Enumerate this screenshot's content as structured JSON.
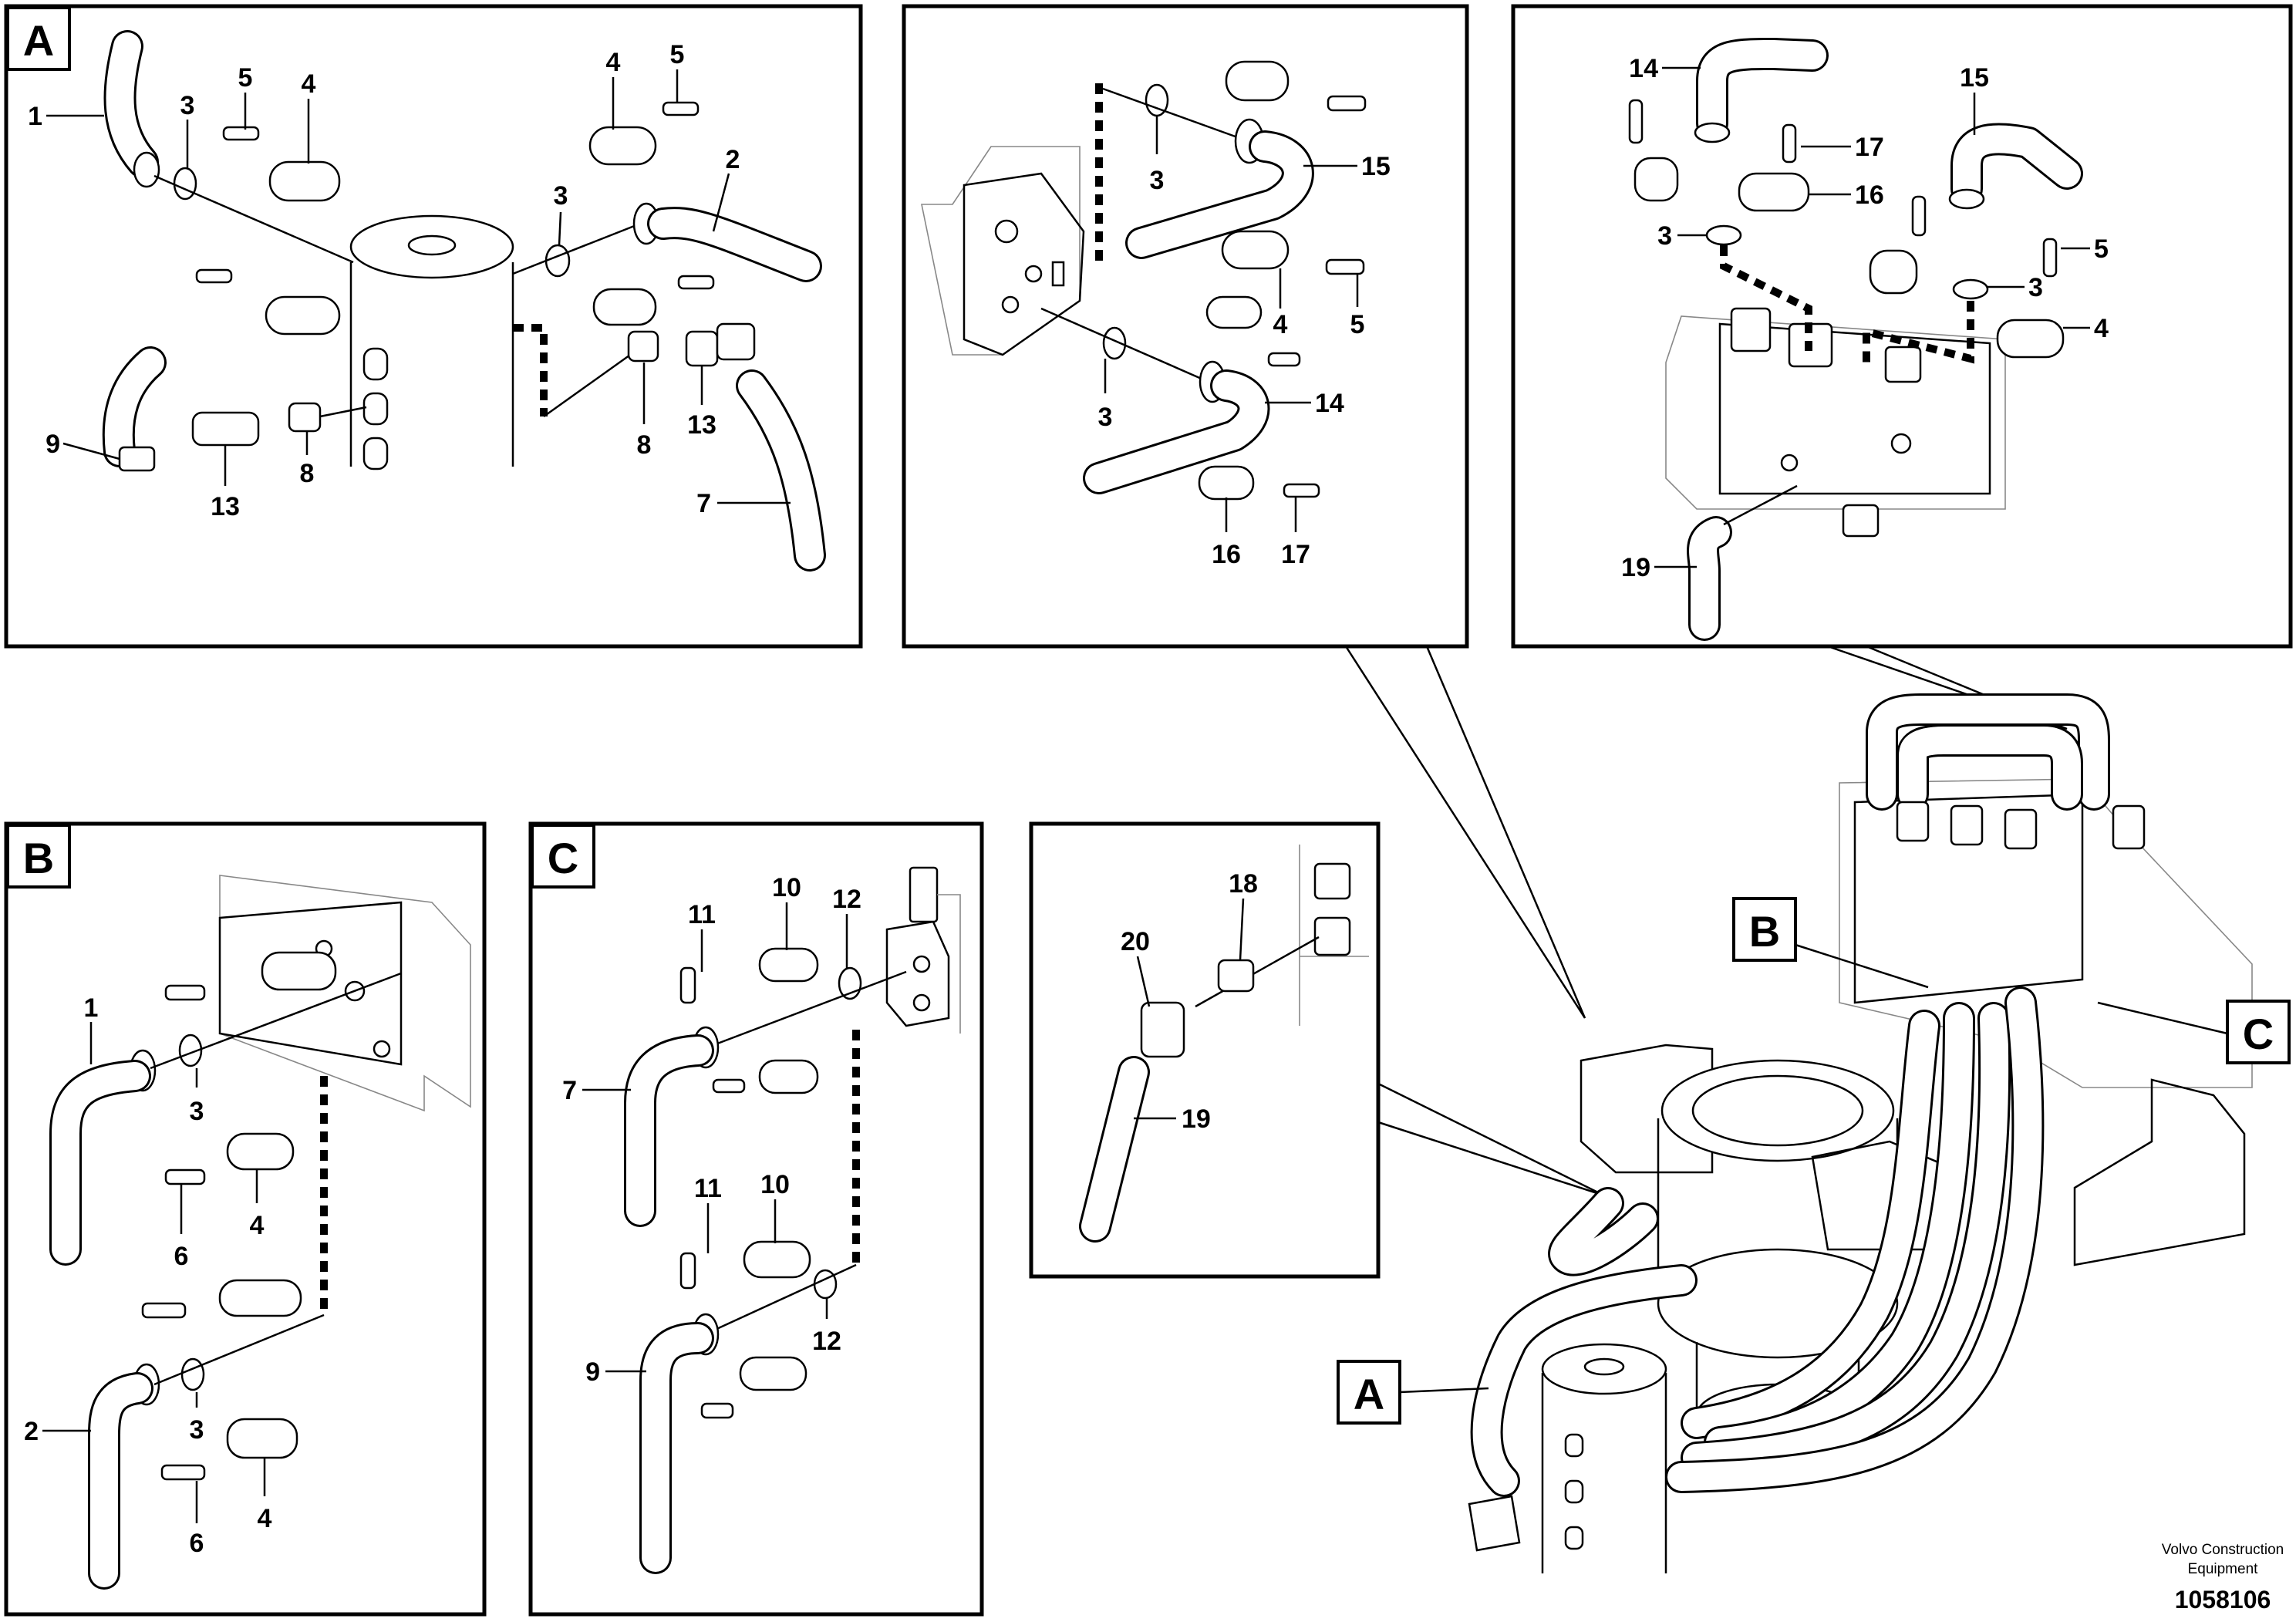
{
  "sections": {
    "A": "A",
    "B": "B",
    "C": "C"
  },
  "callouts": {
    "A": [
      "1",
      "3",
      "5",
      "4",
      "4",
      "5",
      "2",
      "3",
      "9",
      "13",
      "8",
      "8",
      "13",
      "7"
    ],
    "top_middle": [
      "3",
      "15",
      "4",
      "5",
      "3",
      "14",
      "16",
      "17"
    ],
    "top_right": [
      "14",
      "15",
      "17",
      "16",
      "3",
      "5",
      "3",
      "4",
      "19"
    ],
    "B": [
      "1",
      "3",
      "6",
      "4",
      "2",
      "3",
      "6",
      "4"
    ],
    "C": [
      "11",
      "10",
      "12",
      "7",
      "11",
      "10",
      "9",
      "12"
    ],
    "D": [
      "20",
      "18",
      "19"
    ]
  },
  "footer": {
    "brand_line1": "Volvo Construction",
    "brand_line2": "Equipment",
    "doc_id": "1058106"
  }
}
